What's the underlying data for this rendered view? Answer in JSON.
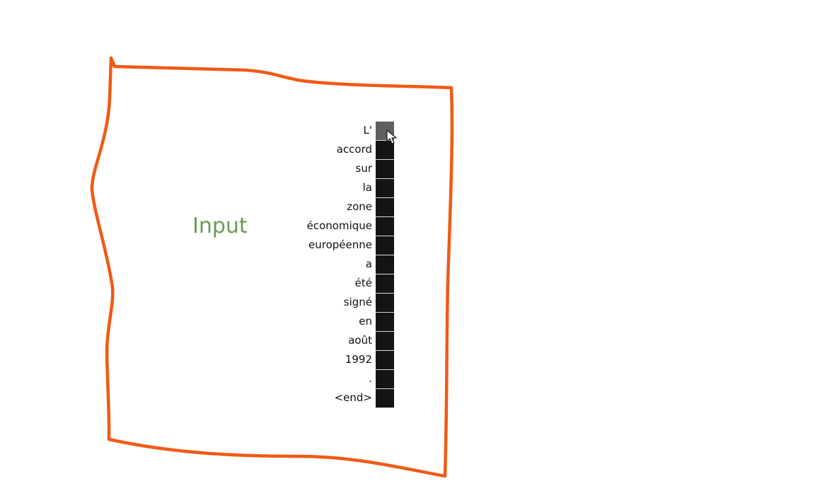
{
  "label": "Input",
  "tokens": [
    "L'",
    "accord",
    "sur",
    "la",
    "zone",
    "économique",
    "européenne",
    "a",
    "été",
    "signé",
    "en",
    "août",
    "1992",
    ".",
    "<end>"
  ],
  "attention_weights": [
    0.32,
    0.0,
    0.0,
    0.0,
    0.0,
    0.0,
    0.0,
    0.0,
    0.0,
    0.0,
    0.0,
    0.0,
    0.0,
    0.0,
    0.0
  ],
  "colors": {
    "frame_stroke": "#f05a14",
    "label": "#6c9a55",
    "cell_dark": "#141414",
    "cell_highlight": "#6e6e6e"
  },
  "icons": {
    "cursor": "mouse-pointer-icon"
  }
}
